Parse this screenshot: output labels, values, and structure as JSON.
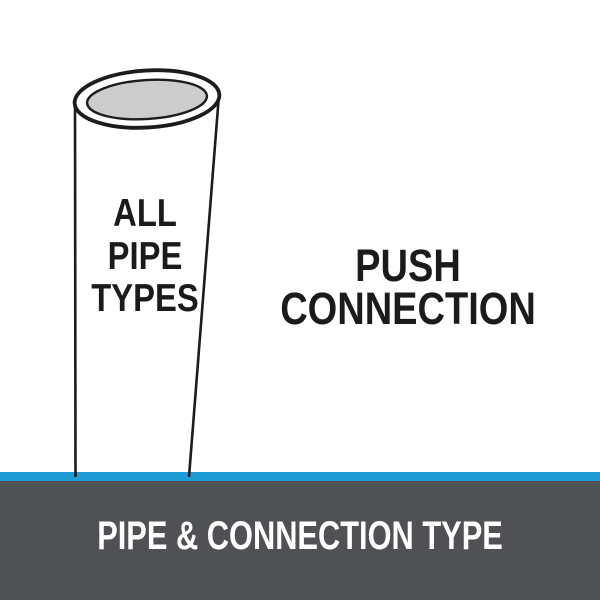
{
  "title": "Pipe and connection type infographic",
  "colors": {
    "background": "#ffffff",
    "outline": "#1c1c1c",
    "label_text": "#1b1b1b",
    "pipe_opening": "#cccccc",
    "divider_blue": "#1f9cd6",
    "footer_background": "#4f5154",
    "footer_text": "#ffffff"
  },
  "diagram": {
    "pipe_label": {
      "line1": "ALL",
      "line2": "PIPE",
      "line3": "TYPES"
    },
    "connection_label": {
      "line1": "PUSH",
      "line2": "CONNECTION"
    }
  },
  "footer": {
    "label": "PIPE & CONNECTION TYPE"
  }
}
